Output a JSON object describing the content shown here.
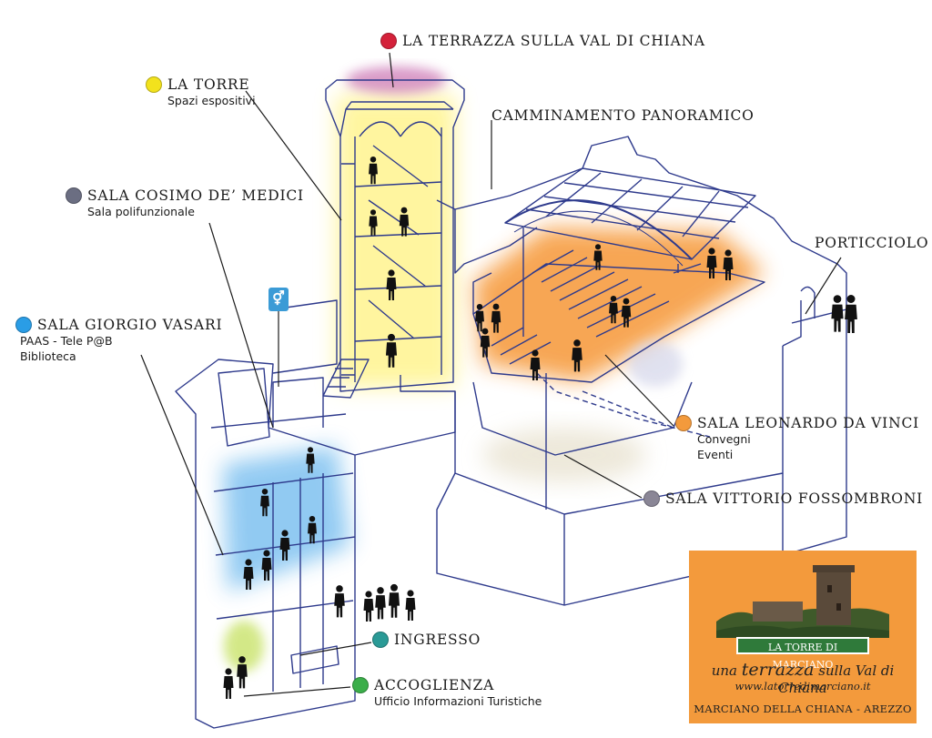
{
  "labels": {
    "terrazza": {
      "title": "LA TERRAZZA SULLA VAL DI CHIANA",
      "color": "#d4213a"
    },
    "torre": {
      "title": "LA TORRE",
      "sub": [
        "Spazi espositivi"
      ],
      "color": "#f2e21d"
    },
    "camminamento": {
      "title": "CAMMINAMENTO PANORAMICO"
    },
    "cosimo": {
      "title": "SALA COSIMO DE’ MEDICI",
      "sub": [
        "Sala polifunzionale"
      ],
      "color": "#6b6e82"
    },
    "porticciolo": {
      "title": "PORTICCIOLO"
    },
    "vasari": {
      "title": "SALA GIORGIO VASARI",
      "sub": [
        "PAAS - Tele P@B",
        "Biblioteca"
      ],
      "color": "#2a9de6"
    },
    "leonardo": {
      "title": "SALA LEONARDO DA VINCI",
      "sub": [
        "Convegni",
        "Eventi"
      ],
      "color": "#f39a3c"
    },
    "vittorio": {
      "title": "SALA VITTORIO FOSSOMBRONI",
      "color": "#8a8696"
    },
    "ingresso": {
      "title": "INGRESSO",
      "color": "#2a9a96"
    },
    "accoglienza": {
      "title": "ACCOGLIENZA",
      "sub": [
        "Ufficio Informazioni Turistiche"
      ],
      "color": "#3bae4a"
    }
  },
  "card": {
    "plate": "LA TORRE DI MARCIANO",
    "tag_pre": "una",
    "tag_word": "terrazza",
    "tag_post": "sulla Val di Chiana",
    "url": "www.latorredimarciano.it",
    "place": "MARCIANO DELLA CHIANA - AREZZO",
    "bg_color": "#f39a3c"
  },
  "colors": {
    "outline": "#2e3a8c",
    "glow_yellow": "#fff59a",
    "glow_orange": "#f7a24b",
    "glow_blue": "#8cc8f2"
  }
}
